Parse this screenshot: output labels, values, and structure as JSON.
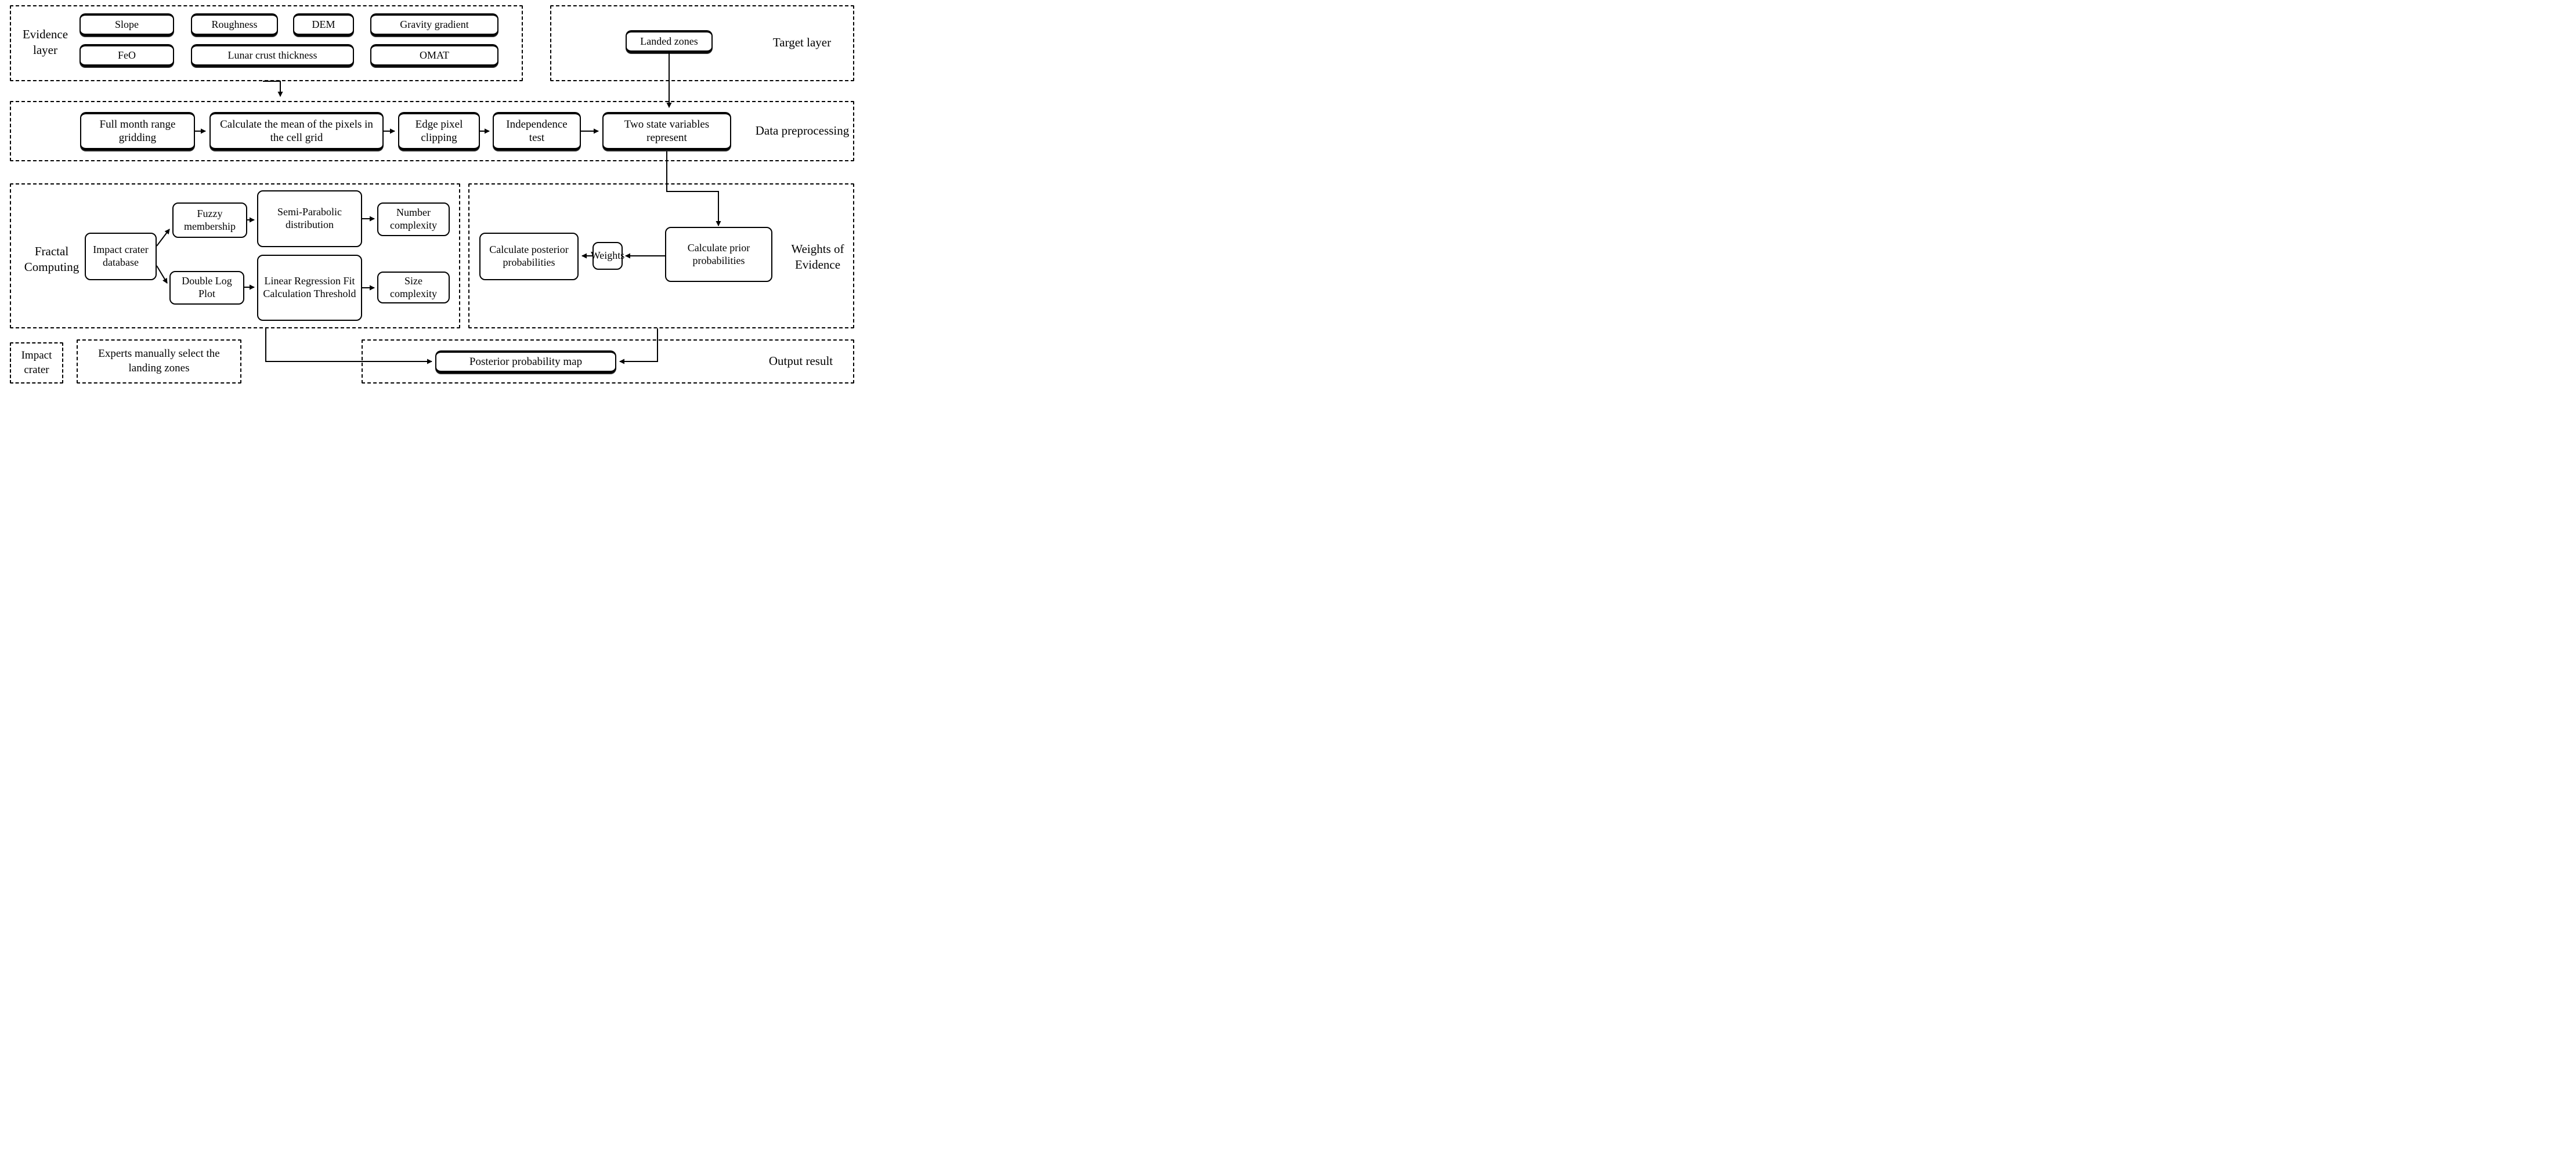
{
  "diagram": {
    "evidence_layer": {
      "label": "Evidence layer",
      "items": [
        "Slope",
        "Roughness",
        "DEM",
        "Gravity gradient",
        "FeO",
        "Lunar crust thickness",
        "OMAT"
      ]
    },
    "target_layer": {
      "label": "Target layer",
      "landed_zones": "Landed zones"
    },
    "data_preprocessing": {
      "label": "Data preprocessing",
      "steps": [
        "Full month range gridding",
        "Calculate the mean of the pixels in the cell grid",
        "Edge pixel clipping",
        "Independence test",
        "Two state variables represent"
      ]
    },
    "fractal_computing": {
      "label": "Fractal Computing",
      "database": "Impact crater database",
      "fuzzy_membership": "Fuzzy membership",
      "semi_parabolic": "Semi-Parabolic distribution",
      "number_complexity": "Number complexity",
      "double_log_plot": "Double Log Plot",
      "linear_regression": "Linear Regression Fit Calculation Threshold",
      "size_complexity": "Size complexity"
    },
    "weights_of_evidence": {
      "label": "Weights of Evidence",
      "posterior": "Calculate posterior probabilities",
      "weights": "Weights",
      "prior": "Calculate prior probabilities"
    },
    "impact_crater": "Impact crater",
    "experts": "Experts manually select the landing zones",
    "output_result": {
      "label": "Output result",
      "map": "Posterior probability map"
    }
  }
}
